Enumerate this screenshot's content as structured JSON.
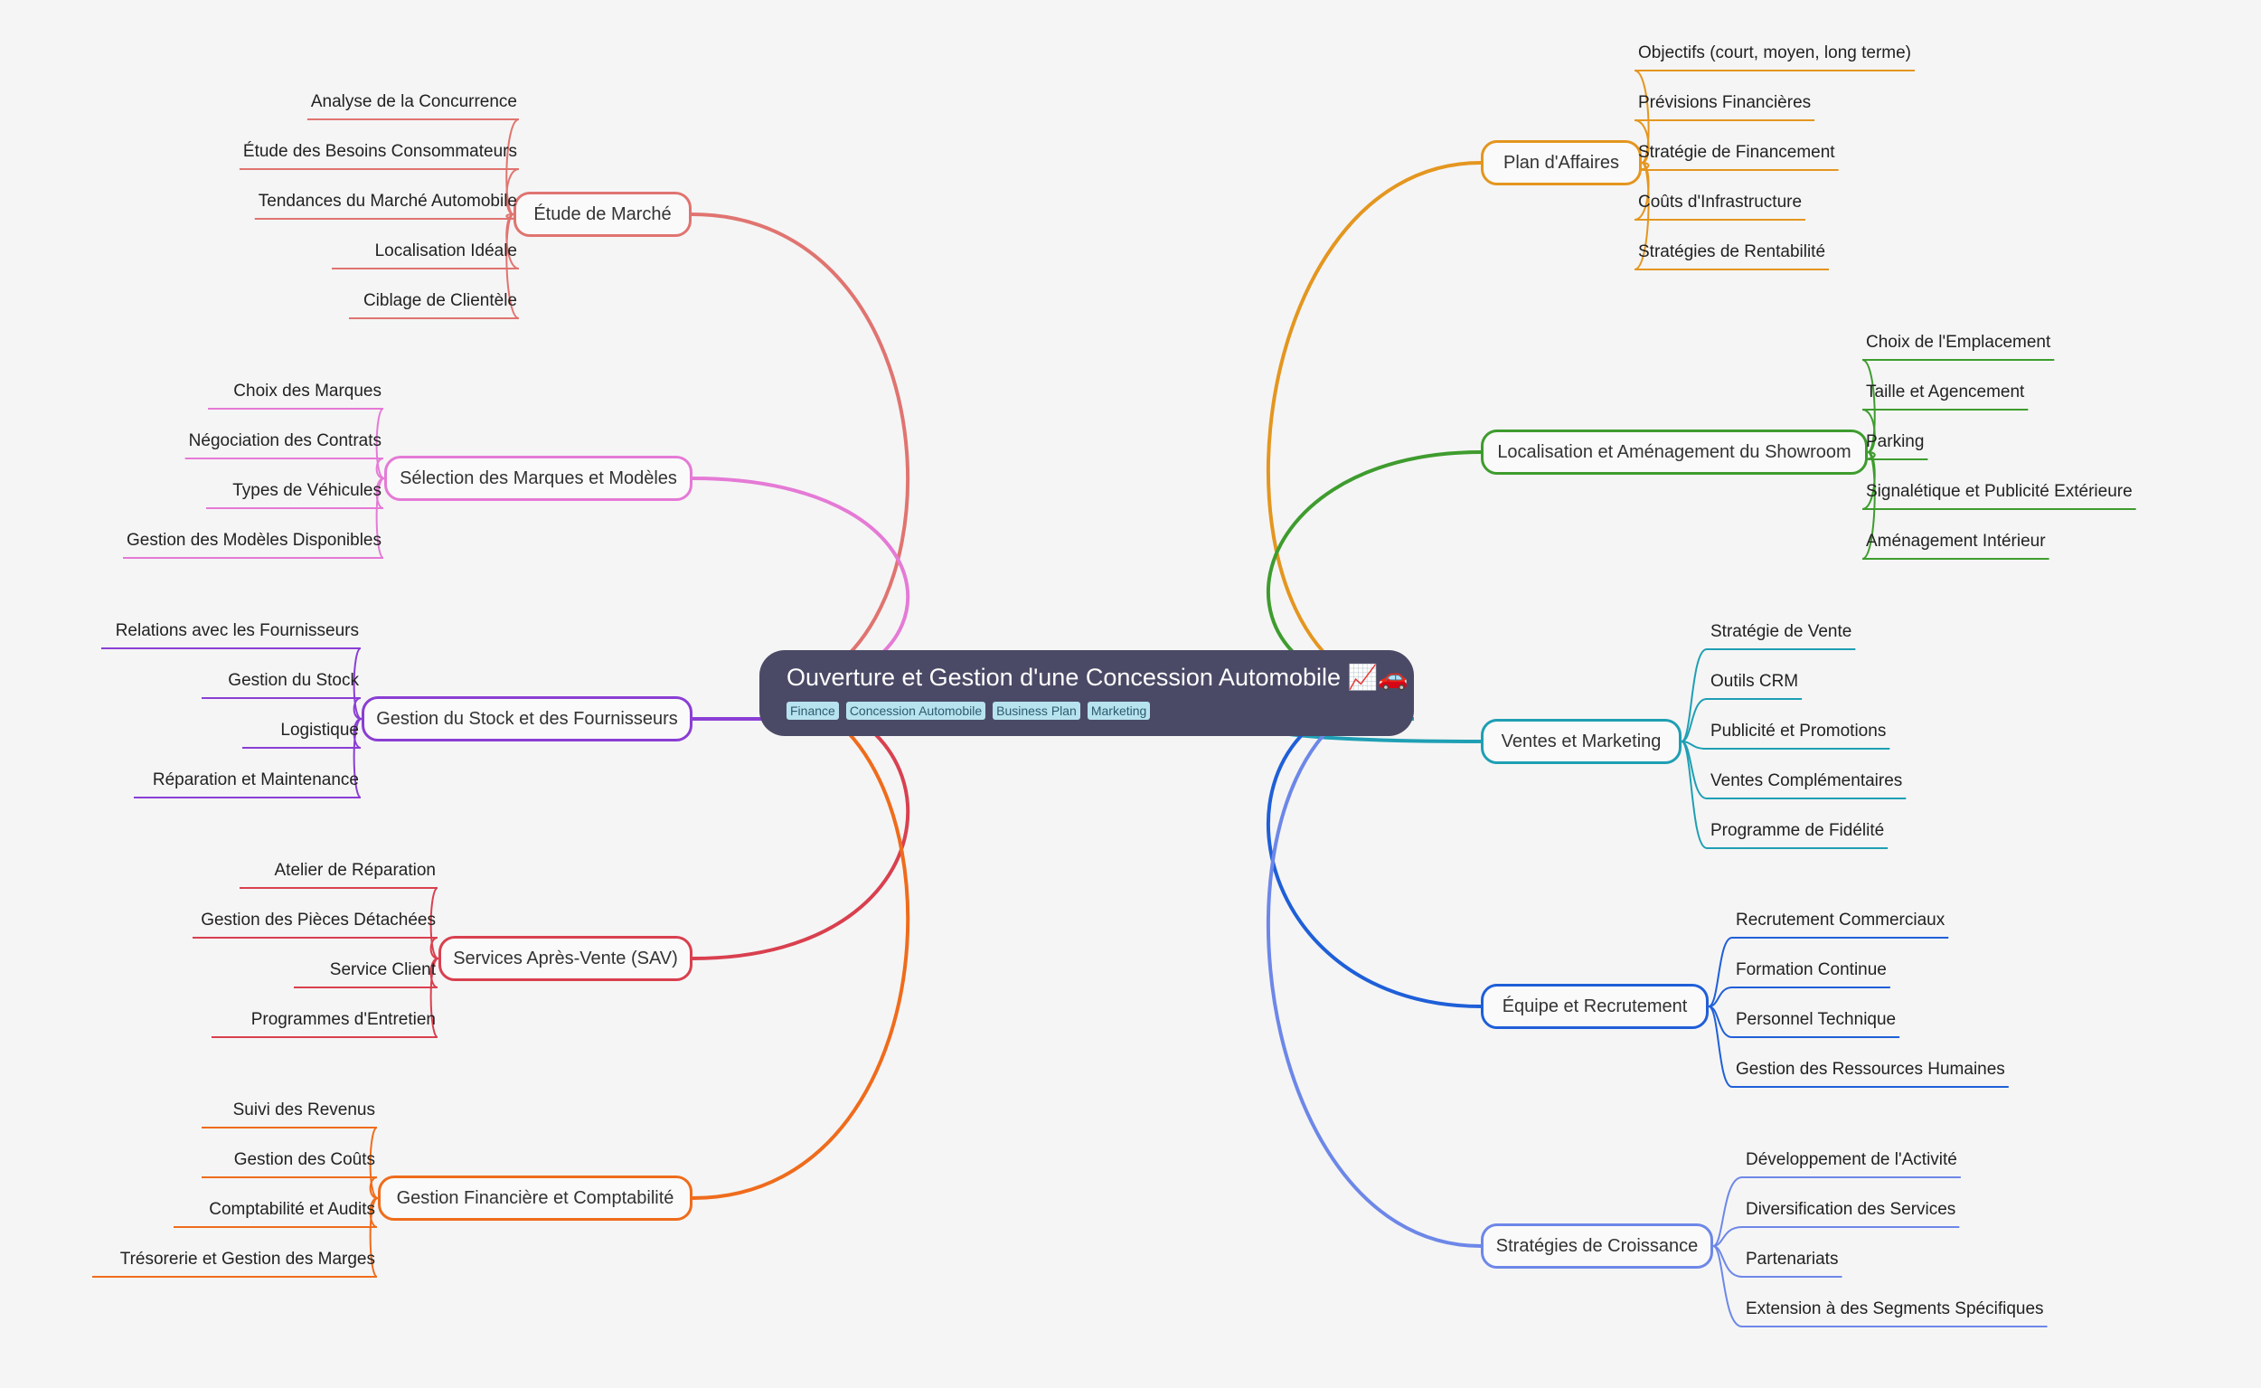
{
  "central": {
    "title": "Ouverture et Gestion d'une Concession Automobile 📈🚗",
    "tags": [
      "Finance",
      "Concession Automobile",
      "Business Plan",
      "Marketing"
    ]
  },
  "branches": [
    {
      "label": "Étude de Marché",
      "side": "left",
      "color": "#e07470",
      "children": [
        "Analyse de la Concurrence",
        "Étude des Besoins Consommateurs",
        "Tendances du Marché Automobile",
        "Localisation Idéale",
        "Ciblage de Clientèle"
      ]
    },
    {
      "label": "Sélection des Marques et Modèles",
      "side": "left",
      "color": "#e57ad6",
      "children": [
        "Choix des Marques",
        "Négociation des Contrats",
        "Types de Véhicules",
        "Gestion des Modèles Disponibles"
      ]
    },
    {
      "label": "Gestion du Stock et des Fournisseurs",
      "side": "left",
      "color": "#8a3ed4",
      "children": [
        "Relations avec les Fournisseurs",
        "Gestion du Stock",
        "Logistique",
        "Réparation et Maintenance"
      ]
    },
    {
      "label": "Services Après-Vente (SAV)",
      "side": "left",
      "color": "#d9404f",
      "children": [
        "Atelier de Réparation",
        "Gestion des Pièces Détachées",
        "Service Client",
        "Programmes d'Entretien"
      ]
    },
    {
      "label": "Gestion Financière et Comptabilité",
      "side": "left",
      "color": "#ef6c1c",
      "children": [
        "Suivi des Revenus",
        "Gestion des Coûts",
        "Comptabilité et Audits",
        "Trésorerie et Gestion des Marges"
      ]
    },
    {
      "label": "Plan d'Affaires",
      "side": "right",
      "color": "#e4961f",
      "children": [
        "Objectifs (court, moyen, long terme)",
        "Prévisions Financières",
        "Stratégie de Financement",
        "Coûts d'Infrastructure",
        "Stratégies de Rentabilité"
      ]
    },
    {
      "label": "Localisation et Aménagement du Showroom",
      "side": "right",
      "color": "#3e9c2e",
      "children": [
        "Choix de l'Emplacement",
        "Taille et Agencement",
        "Parking",
        "Signalétique et Publicité Extérieure",
        "Aménagement Intérieur"
      ]
    },
    {
      "label": "Ventes et Marketing",
      "side": "right",
      "color": "#1f9fb4",
      "children": [
        "Stratégie de Vente",
        "Outils CRM",
        "Publicité et Promotions",
        "Ventes Complémentaires",
        "Programme de Fidélité"
      ]
    },
    {
      "label": "Équipe et Recrutement",
      "side": "right",
      "color": "#1f5fd8",
      "children": [
        "Recrutement Commerciaux",
        "Formation Continue",
        "Personnel Technique",
        "Gestion des Ressources Humaines"
      ]
    },
    {
      "label": "Stratégies de Croissance",
      "side": "right",
      "color": "#6d87e8",
      "children": [
        "Développement de l'Activité",
        "Diversification des Services",
        "Partenariats",
        "Extension à des Segments Spécifiques"
      ]
    }
  ]
}
